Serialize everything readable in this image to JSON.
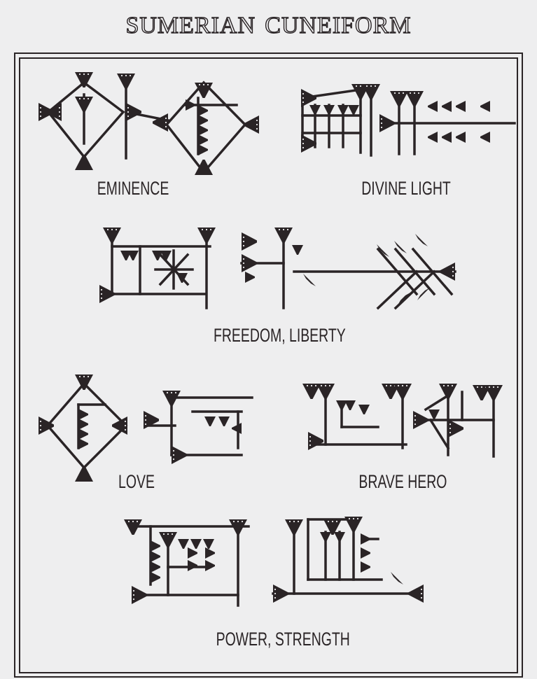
{
  "title": "Sumerian Cuneiform",
  "colors": {
    "ink": "#2a2426",
    "background": "#eeeeef"
  },
  "signs": [
    {
      "label": "EMINENCE"
    },
    {
      "label": "DIVINE LIGHT"
    },
    {
      "label": "FREEDOM, LIBERTY"
    },
    {
      "label": "LOVE"
    },
    {
      "label": "BRAVE HERO"
    },
    {
      "label": "POWER, STRENGTH"
    }
  ]
}
